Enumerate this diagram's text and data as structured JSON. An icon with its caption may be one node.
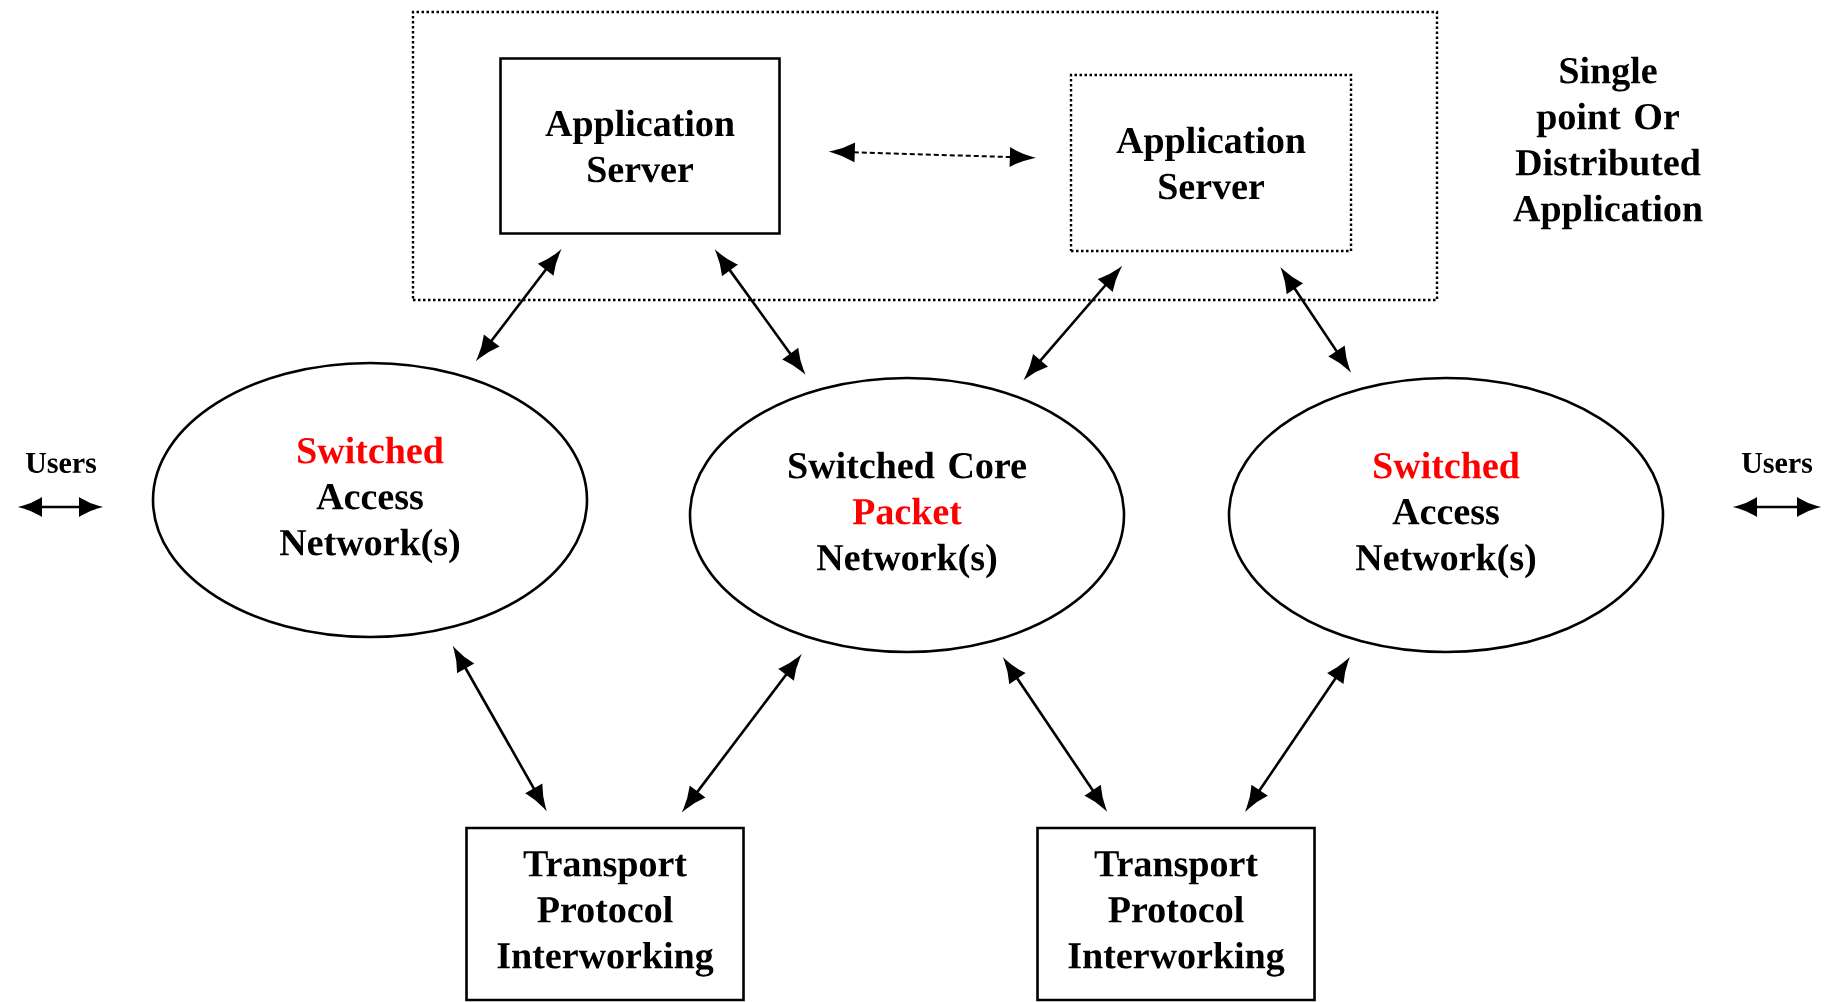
{
  "diagram": {
    "nodes": [
      {
        "text": [
          "Single point Or Distributed Application"
        ]
      },
      {
        "text": [
          "Application Server"
        ],
        "in": 0
      },
      {
        "text": [
          "Application Server"
        ],
        "in": 0
      },
      {
        "text": [
          "Switched",
          "Access Network(s)"
        ]
      },
      {
        "text": [
          "Switched Core",
          "Packet",
          "Network(s)"
        ]
      },
      {
        "text": [
          "Switched",
          "Access Network(s)"
        ]
      },
      {
        "text": [
          "Transport Protocol Interworking"
        ]
      },
      {
        "text": [
          "Transport Protocol Interworking"
        ]
      }
    ],
    "edges": [
      {
        "from": 1,
        "to": 2,
        "arrow": "both",
        "style": "dashed"
      },
      {
        "from": 1,
        "to": 3,
        "arrow": "both"
      },
      {
        "from": 1,
        "to": 4,
        "arrow": "both"
      },
      {
        "from": 2,
        "to": 4,
        "arrow": "both"
      },
      {
        "from": 2,
        "to": 5,
        "arrow": "both"
      },
      {
        "from": 3,
        "to": 6,
        "arrow": "both"
      },
      {
        "from": 4,
        "to": 6,
        "arrow": "both"
      },
      {
        "from": 4,
        "to": 7,
        "arrow": "both"
      },
      {
        "from": 5,
        "to": 7,
        "arrow": "both"
      }
    ],
    "labels": [
      "Users",
      "Users"
    ]
  }
}
